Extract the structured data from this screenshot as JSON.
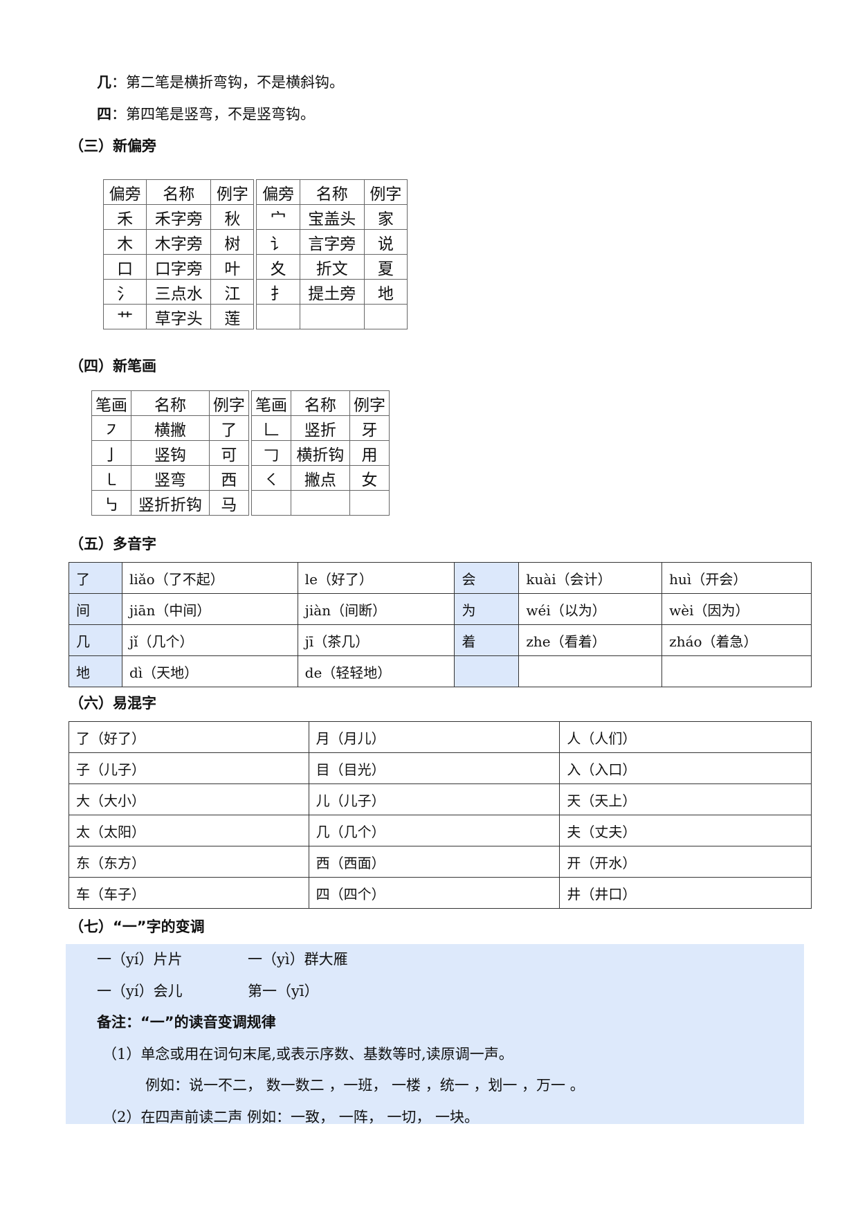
{
  "notes": [
    {
      "char": "几",
      "text": "：第二笔是横折弯钩，不是横斜钩。"
    },
    {
      "char": "四",
      "text": "：第四笔是竖弯，不是竖弯钩。"
    }
  ],
  "radicals": {
    "heading": "（三）新偏旁",
    "headers": [
      "偏旁",
      "名称",
      "例字",
      "偏旁",
      "名称",
      "例字"
    ],
    "rows": [
      [
        "禾",
        "禾字旁",
        "秋",
        "宀",
        "宝盖头",
        "家"
      ],
      [
        "木",
        "木字旁",
        "树",
        "讠",
        "言字旁",
        "说"
      ],
      [
        "口",
        "口字旁",
        "叶",
        "夊",
        "折文",
        "夏"
      ],
      [
        "氵",
        "三点水",
        "江",
        "扌",
        "提土旁",
        "地"
      ],
      [
        "艹",
        "草字头",
        "莲",
        "",
        "",
        ""
      ]
    ]
  },
  "strokes": {
    "heading": "（四）新笔画",
    "headers": [
      "笔画",
      "名称",
      "例字",
      "笔画",
      "名称",
      "例字"
    ],
    "rows": [
      [
        "㇇",
        "横撇",
        "了",
        "𠃊",
        "竖折",
        "牙"
      ],
      [
        "亅",
        "竖钩",
        "可",
        "𠃌",
        "横折钩",
        "用"
      ],
      [
        "㇄",
        "竖弯",
        "西",
        "㇛",
        "撇点",
        "女"
      ],
      [
        "㇉",
        "竖折折钩",
        "马",
        "",
        "",
        ""
      ]
    ]
  },
  "polyphones": {
    "heading": "（五）多音字",
    "rows": [
      [
        "了",
        "liǎo（了不起）",
        "le（好了）",
        "会",
        "kuài（会计）",
        "huì（开会）"
      ],
      [
        "间",
        "jiān（中间）",
        "jiàn（间断）",
        "为",
        "wéi（以为）",
        "wèi（因为）"
      ],
      [
        "几",
        "jǐ（几个）",
        "jī（茶几）",
        "着",
        "zhe（看着）",
        "zháo（着急）"
      ],
      [
        "地",
        "dì（天地）",
        "de（轻轻地）",
        "",
        "",
        ""
      ]
    ]
  },
  "confusing": {
    "heading": "（六）易混字",
    "rows": [
      [
        "了（好了）",
        "月（月儿）",
        "人（人们）"
      ],
      [
        "子（儿子）",
        "目（目光）",
        "入（入口）"
      ],
      [
        "大（大小）",
        "儿（儿子）",
        "天（天上）"
      ],
      [
        "太（太阳）",
        "几（几个）",
        "夫（丈夫）"
      ],
      [
        "东（东方）",
        "西（西面）",
        "开（开水）"
      ],
      [
        "车（车子）",
        "四（四个）",
        "井（井口）"
      ]
    ]
  },
  "tone": {
    "heading": "（七）“一”字的变调",
    "examples": [
      "一（yí）片片",
      "一（yì）群大雁",
      "一（yí）会儿",
      "第一（yī）"
    ],
    "note_title": "备注：“一”的读音变调规律",
    "rule1": "（1）单念或用在词句末尾,或表示序数、基数等时,读原调一声。",
    "rule1_example": "例如：说一不二， 数一数二 ，一班， 一楼 ，统一 ，划一 ，万一 。",
    "rule2": "（2）在四声前读二声 例如：一致， 一阵， 一切， 一块。"
  },
  "colors": {
    "highlight": "#dce8fb",
    "box": "#dde9fb"
  }
}
